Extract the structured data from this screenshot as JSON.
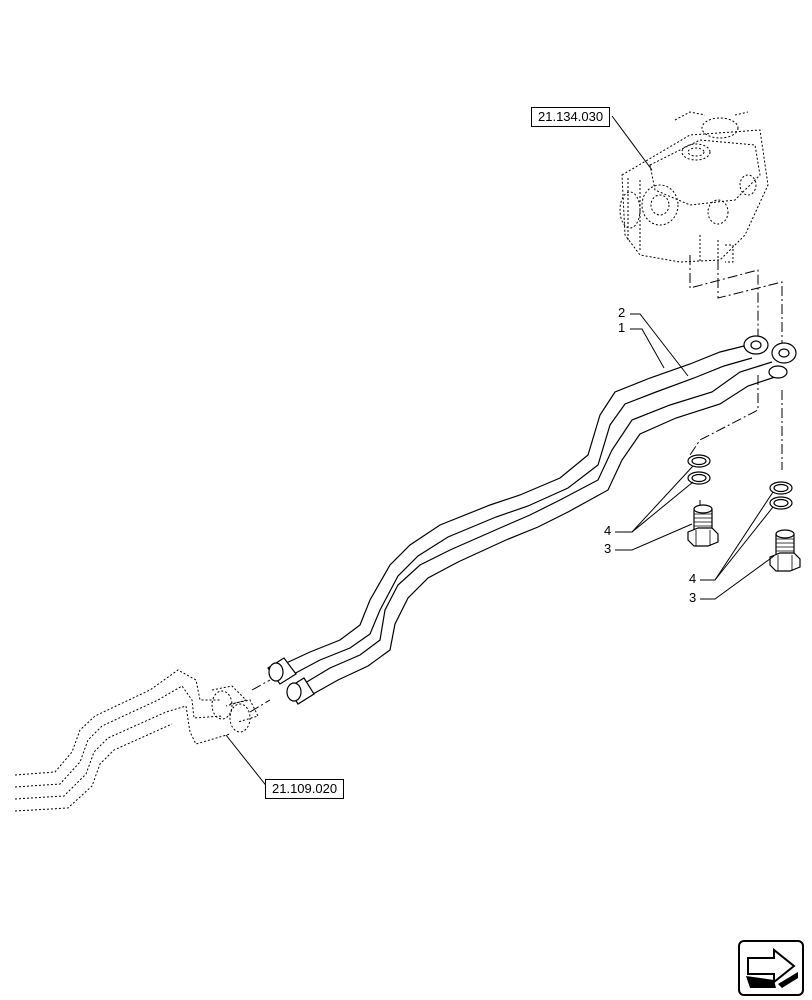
{
  "references": {
    "valve_block": "21.134.030",
    "pipe_connection": "21.109.020"
  },
  "callouts": {
    "c1": "1",
    "c2": "2",
    "c3a": "3",
    "c4a": "4",
    "c3b": "3",
    "c4b": "4"
  },
  "icons": {
    "navigation": "next-page-arrow-icon"
  },
  "colors": {
    "line": "#000000",
    "background": "#ffffff"
  }
}
